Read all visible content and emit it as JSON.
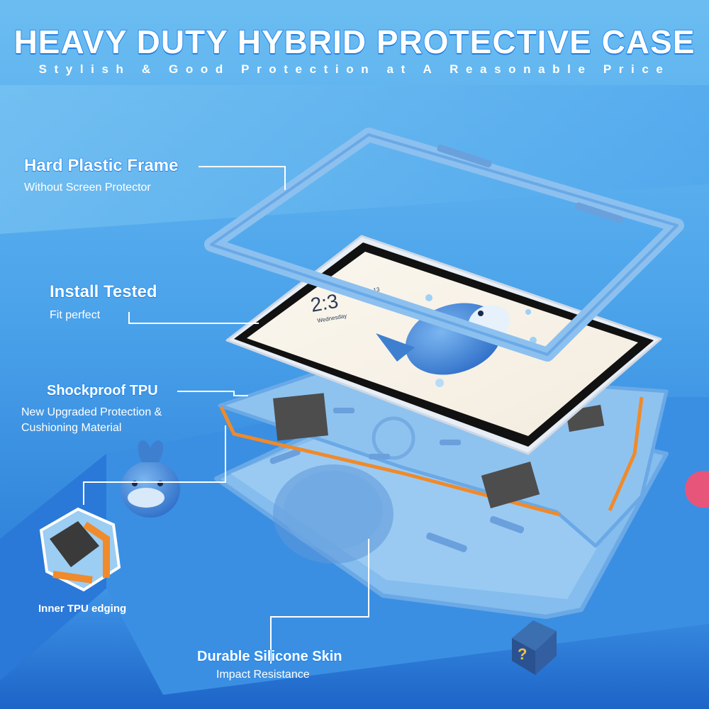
{
  "header": {
    "title": "HEAVY DUTY HYBRID PROTECTIVE CASE",
    "subtitle": "Stylish & Good Protection at A Reasonable Price"
  },
  "callouts": {
    "frame": {
      "label": "Hard Plastic Frame",
      "desc": "Without Screen Protector"
    },
    "install": {
      "label": "Install Tested",
      "desc": "Fit perfect"
    },
    "tpu": {
      "label": "Shockproof TPU",
      "desc1": "New Upgraded Protection &",
      "desc2": "Cushioning Material"
    },
    "edging": {
      "desc": "Inner TPU edging"
    },
    "skin": {
      "label": "Durable Silicone Skin",
      "desc": "Impact Resistance"
    }
  },
  "tablet_screen": {
    "clock": "2:3",
    "date": "Wednesday",
    "date_suffix": "13"
  },
  "colors": {
    "background_light": "#5bb4ef",
    "background_dark": "#1f6fd0",
    "case_blue": "#8ec2ef",
    "case_edge": "#6aa9e6",
    "tpu_orange": "#f08a2a",
    "label_outline": "#2a8ef0"
  }
}
